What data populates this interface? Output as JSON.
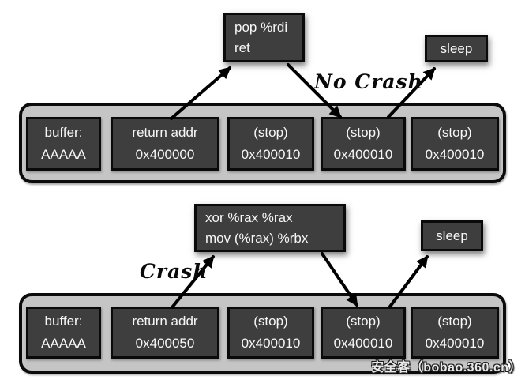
{
  "top": {
    "gadget": {
      "line1": "pop %rdi",
      "line2": "ret"
    },
    "sleep_label": "sleep",
    "result_label": "No Crash",
    "stack": [
      {
        "line1": "buffer:",
        "line2": "AAAAA"
      },
      {
        "line1": "return addr",
        "line2": "0x400000"
      },
      {
        "line1": "(stop)",
        "line2": "0x400010"
      },
      {
        "line1": "(stop)",
        "line2": "0x400010"
      },
      {
        "line1": "(stop)",
        "line2": "0x400010"
      }
    ]
  },
  "bottom": {
    "gadget": {
      "line1": "xor %rax %rax",
      "line2": "mov (%rax) %rbx"
    },
    "sleep_label": "sleep",
    "result_label": "Crash",
    "stack": [
      {
        "line1": "buffer:",
        "line2": "AAAAA"
      },
      {
        "line1": "return addr",
        "line2": "0x400050"
      },
      {
        "line1": "(stop)",
        "line2": "0x400010"
      },
      {
        "line1": "(stop)",
        "line2": "0x400010"
      },
      {
        "line1": "(stop)",
        "line2": "0x400010"
      }
    ]
  },
  "watermark": "安全客（bobao.360.cn）",
  "colors": {
    "cell_fill": "#3e3e3e",
    "cell_border": "#0a0a0a",
    "container_fill": "#c5c5c5",
    "container_border": "#0b0b0b",
    "text": "#f7f7f7",
    "arrow": "#000000",
    "background": "#ffffff"
  }
}
